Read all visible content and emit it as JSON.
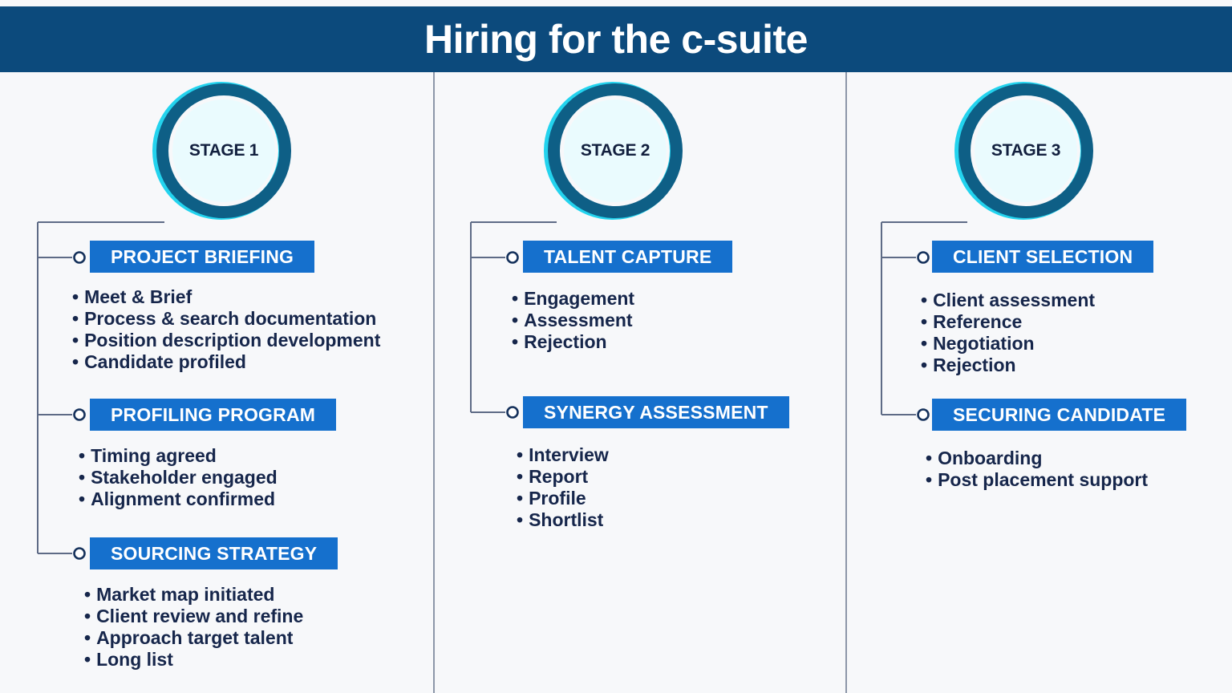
{
  "header": {
    "title": "Hiring for the c-suite",
    "bar_color": "#0C4A7C",
    "text_color": "#FFFFFF"
  },
  "theme": {
    "background": "#F7F8FA",
    "accent_blue": "#1570CD",
    "ring_dark": "#0E5F86",
    "ring_cyan": "#23D3EE",
    "ring_inner": "#EAFBFE",
    "text_navy": "#16264B",
    "divider": "#8D97A9"
  },
  "columns": [
    {
      "stage": "STAGE 1",
      "branches": [
        {
          "label": "PROJECT BRIEFING",
          "bullets": [
            "Meet & Brief",
            "Process & search documentation",
            "Position description development",
            "Candidate profiled"
          ]
        },
        {
          "label": "PROFILING PROGRAM",
          "bullets": [
            "Timing agreed",
            "Stakeholder engaged",
            "Alignment confirmed"
          ]
        },
        {
          "label": "SOURCING STRATEGY",
          "bullets": [
            "Market map initiated",
            "Client review and refine",
            "Approach target talent",
            "Long list"
          ]
        }
      ]
    },
    {
      "stage": "STAGE 2",
      "branches": [
        {
          "label": "TALENT CAPTURE",
          "bullets": [
            "Engagement",
            "Assessment",
            "Rejection"
          ]
        },
        {
          "label": "SYNERGY ASSESSMENT",
          "bullets": [
            "Interview",
            "Report",
            "Profile",
            "Shortlist"
          ]
        }
      ]
    },
    {
      "stage": "STAGE 3",
      "branches": [
        {
          "label": "CLIENT SELECTION",
          "bullets": [
            "Client assessment",
            "Reference",
            "Negotiation",
            "Rejection"
          ]
        },
        {
          "label": "SECURING CANDIDATE",
          "bullets": [
            "Onboarding",
            "Post placement support"
          ]
        }
      ]
    }
  ]
}
